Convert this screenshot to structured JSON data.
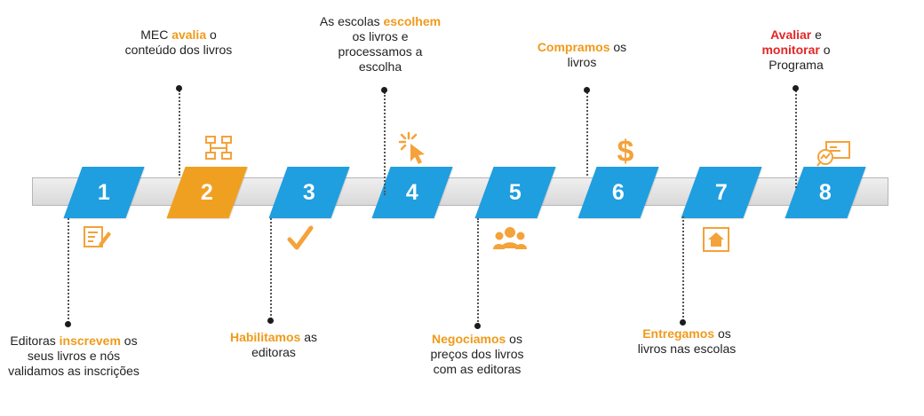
{
  "colors": {
    "blue": "#1f9ee0",
    "orange": "#f0a020",
    "highlight_orange": "#f09a1a",
    "highlight_red": "#e32626",
    "icon_orange": "#f4a23a"
  },
  "steps": [
    {
      "num": "1",
      "color": "blue",
      "icon": "edit-document-icon"
    },
    {
      "num": "2",
      "color": "orange",
      "icon": "network-diagram-icon"
    },
    {
      "num": "3",
      "color": "blue",
      "icon": "checkmark-icon"
    },
    {
      "num": "4",
      "color": "blue",
      "icon": "pointer-click-icon"
    },
    {
      "num": "5",
      "color": "blue",
      "icon": "people-group-icon"
    },
    {
      "num": "6",
      "color": "blue",
      "icon": "dollar-sign-icon"
    },
    {
      "num": "7",
      "color": "blue",
      "icon": "house-icon"
    },
    {
      "num": "8",
      "color": "blue",
      "icon": "monitor-chart-icon"
    }
  ],
  "labels": {
    "s1": {
      "pre": "Editoras ",
      "hl": "inscrevem",
      "post": " os seus livros e nós validamos as inscrições"
    },
    "s2": {
      "pre": "MEC ",
      "hl": "avalia",
      "post": " o conteúdo dos livros"
    },
    "s3": {
      "pre": "",
      "hl": "Habilitamos",
      "post": " as editoras"
    },
    "s4": {
      "pre": "As escolas ",
      "hl": "escolhem",
      "post": " os livros e processamos a escolha"
    },
    "s5": {
      "pre": "",
      "hl": "Negociamos",
      "post": " os preços dos livros com as editoras"
    },
    "s6": {
      "pre": "",
      "hl": "Compramos",
      "post": " os livros"
    },
    "s7": {
      "pre": "",
      "hl": "Entregamos",
      "post": " os livros nas escolas"
    },
    "s8": {
      "hl1": "Avaliar",
      "mid": " e ",
      "hl2": "monitorar",
      "post": " o Programa"
    }
  }
}
